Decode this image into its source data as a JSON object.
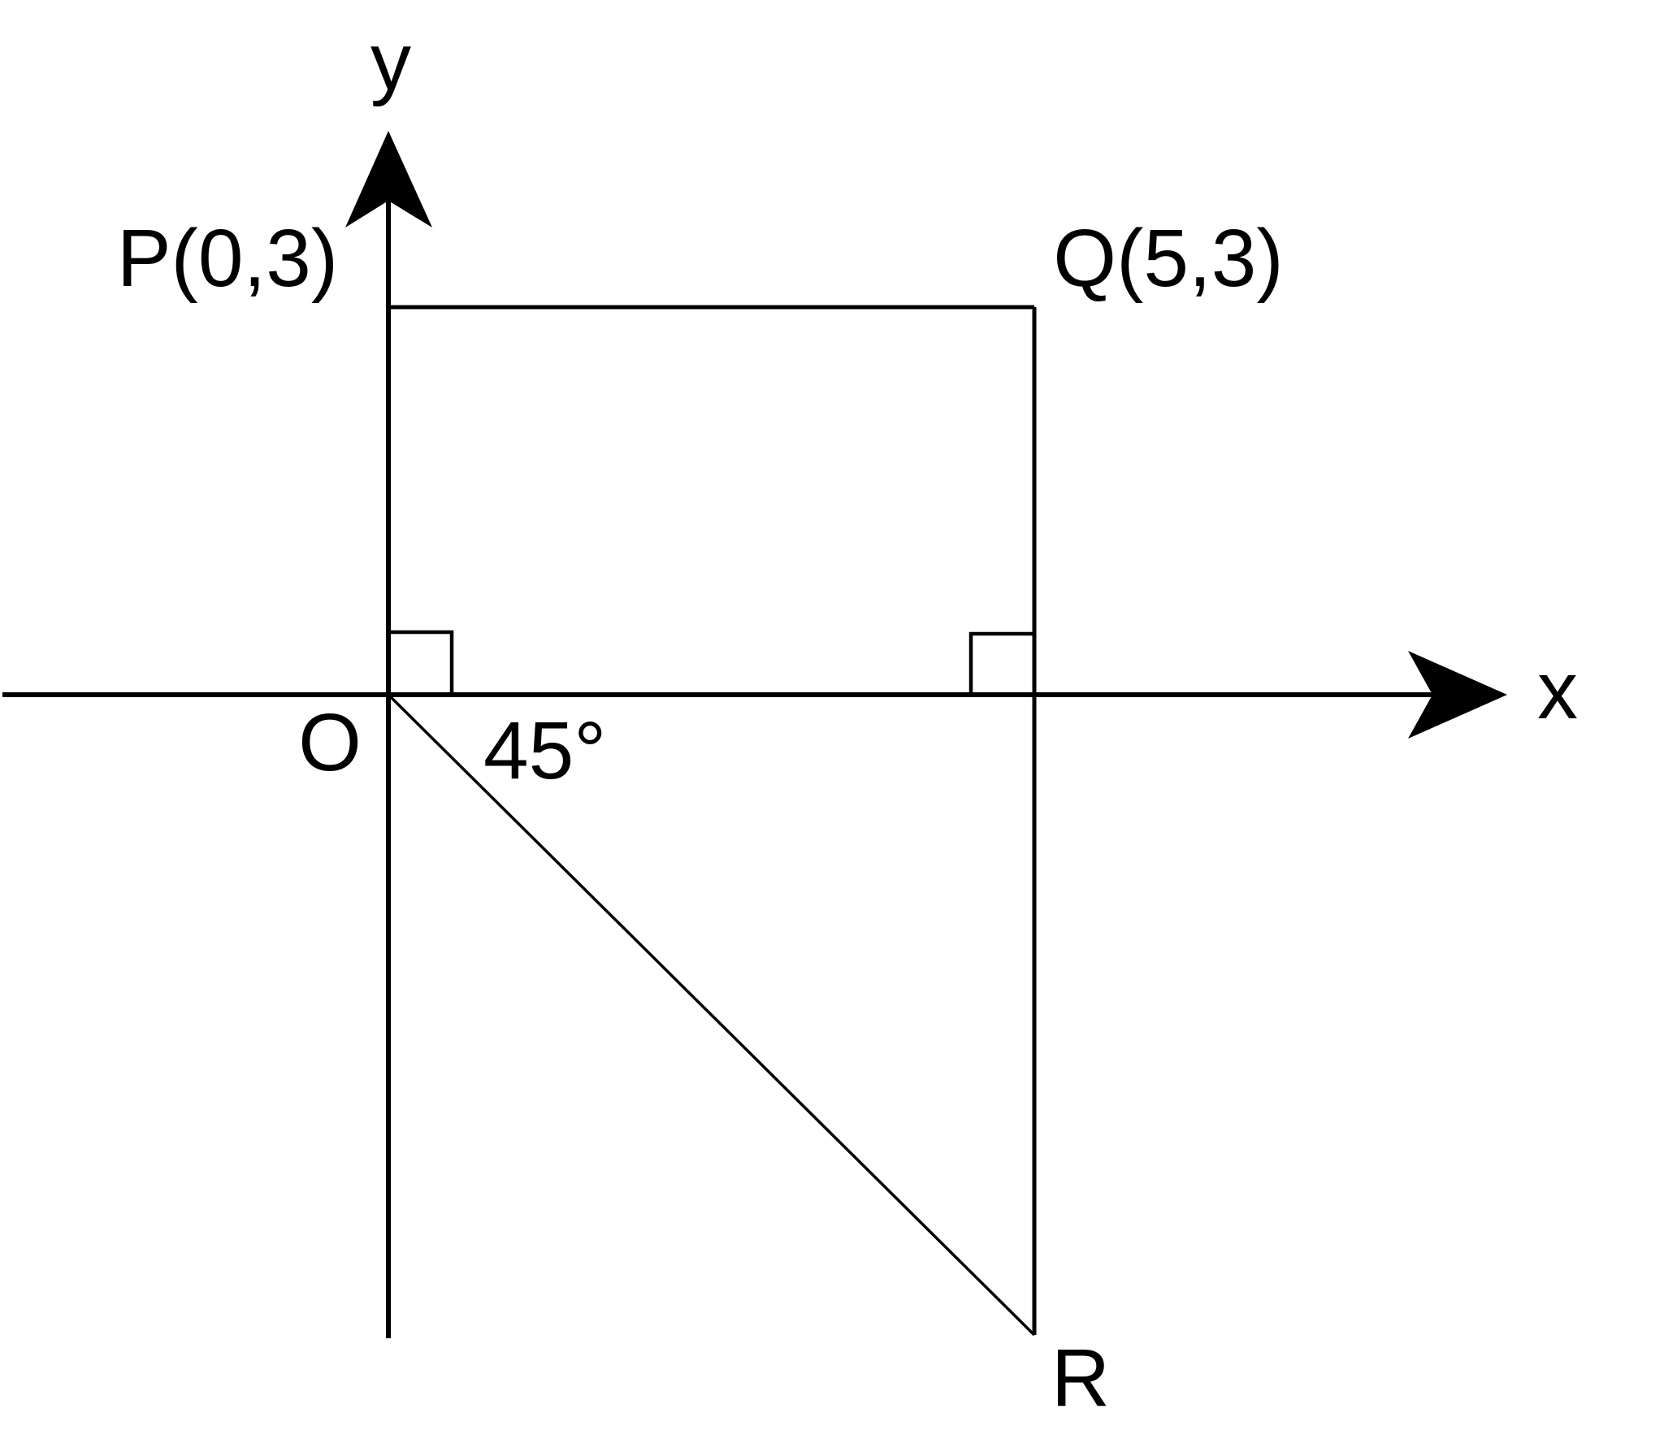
{
  "colors": {
    "ink": "#000000",
    "background": "#ffffff"
  },
  "diagram": {
    "description": "Coordinate-plane geometry figure: rectangle OPQ with side on the axes, and a 45-degree diagonal from the origin down to point R",
    "axes": {
      "x_label": "x",
      "y_label": "y"
    },
    "origin": {
      "label": "O"
    },
    "points": [
      {
        "name": "P",
        "label": "P(0,3)",
        "x": 0,
        "y": 3
      },
      {
        "name": "Q",
        "label": "Q(5,3)",
        "x": 5,
        "y": 3
      },
      {
        "name": "R",
        "label": "R"
      }
    ],
    "angle": {
      "label": "45°",
      "degrees": 45,
      "vertex": "O",
      "position": "below x-axis, between y-axis and diagonal"
    },
    "markers": [
      {
        "name": "right-angle-at-origin",
        "type": "right-angle-square"
      },
      {
        "name": "right-angle-at-x5",
        "type": "right-angle-square"
      }
    ]
  }
}
